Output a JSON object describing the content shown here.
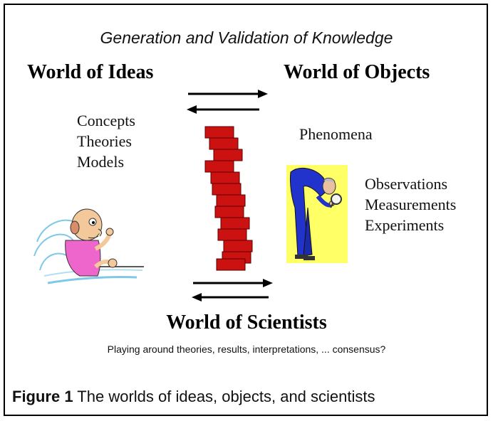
{
  "title": "Generation and Validation of Knowledge",
  "world_ideas": "World of Ideas",
  "world_objects": "World of Objects",
  "world_scientists": "World of Scientists",
  "ideas_items": [
    "Concepts",
    "Theories",
    "Models"
  ],
  "phenomena": "Phenomena",
  "object_items": [
    "Observations",
    "Measurements",
    "Experiments"
  ],
  "subtitle": "Playing around theories, results, interpretations, ... consensus?",
  "caption": {
    "label": "Figure 1",
    "text": " The worlds of ideas, objects, and scientists"
  },
  "colors": {
    "wall": "#cc1111",
    "wall_border": "#5a0000",
    "panel_yellow": "#ffff66",
    "suit_blue": "#2233cc",
    "shirt_pink": "#ee66cc"
  },
  "icons": [
    "double-arrow-top-icon",
    "brick-wall-icon",
    "double-arrow-bottom-icon",
    "thinker-figure-icon",
    "investigator-figure-icon"
  ]
}
